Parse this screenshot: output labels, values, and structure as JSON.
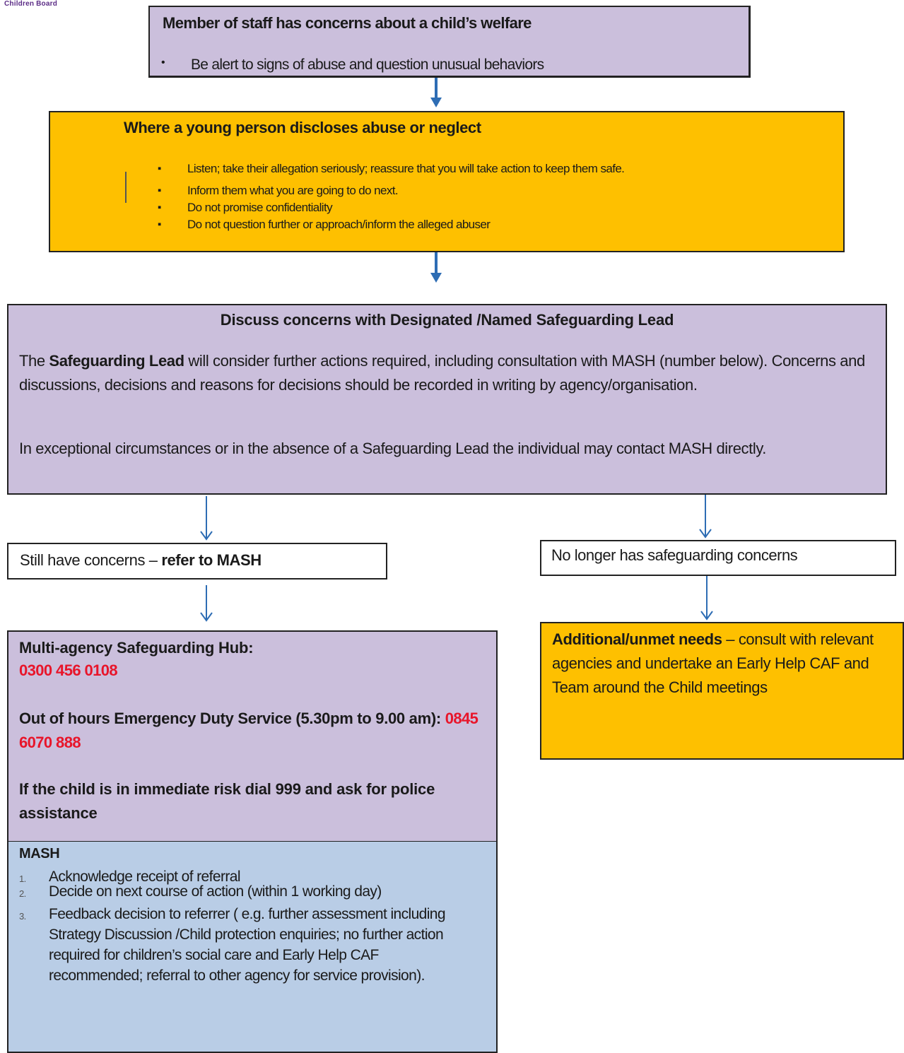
{
  "logo_text": "Children Board",
  "box1": {
    "title": "Member of staff has concerns about a child’s welfare",
    "bullet_symbol": "•",
    "bullet": "Be alert to signs of abuse and question unusual behaviors"
  },
  "box2": {
    "title": "Where a young person discloses abuse or neglect",
    "bullets": [
      "Listen; take their allegation seriously; reassure that you will take action to keep them safe.",
      "Inform them what you are going to do next.",
      "Do not promise confidentiality",
      "Do not question further or approach/inform the alleged abuser"
    ]
  },
  "box3": {
    "title": "Discuss concerns with Designated /Named Safeguarding Lead",
    "p1_pre": "The ",
    "p1_bold": "Safeguarding Lead",
    "p1_post": " will consider further actions required, including consultation with MASH (number below).  Concerns and discussions, decisions and reasons for decisions should be recorded in writing by agency/organisation.",
    "p2": "In exceptional circumstances or in the absence of a Safeguarding Lead the individual may contact MASH directly."
  },
  "box_left": {
    "text_pre": "Still have concerns – ",
    "text_bold": "refer to MASH"
  },
  "box_right": {
    "text": "No longer has safeguarding concerns"
  },
  "hub": {
    "label": "Multi-agency Safeguarding Hub:",
    "phone": "0300 456 0108",
    "ooh_label": "Out of hours Emergency Duty Service (5.30pm to 9.00 am): ",
    "ooh_phone": "0845 6070 888",
    "emergency": "If the child is in immediate risk dial 999 and ask for police assistance"
  },
  "mash": {
    "title": "MASH",
    "items": [
      {
        "num": "1.",
        "text": "Acknowledge receipt of referral"
      },
      {
        "num": "2.",
        "text": "Decide on next course of action (within 1 working day)"
      },
      {
        "num": "3.",
        "text": "Feedback decision to referrer ( e.g. further assessment including Strategy Discussion /Child protection enquiries; no further action required for children’s social care and Early Help CAF recommended; referral to other agency for service provision)."
      }
    ]
  },
  "additional": {
    "bold": "Additional/unmet needs",
    "rest": " – consult with relevant agencies and undertake an Early Help CAF and Team around the Child meetings"
  },
  "colors": {
    "lavender": "#cbbfdc",
    "gold": "#fec000",
    "blue": "#b9cde6",
    "arrow": "#2e6db4",
    "phone_red": "#e8152a"
  }
}
